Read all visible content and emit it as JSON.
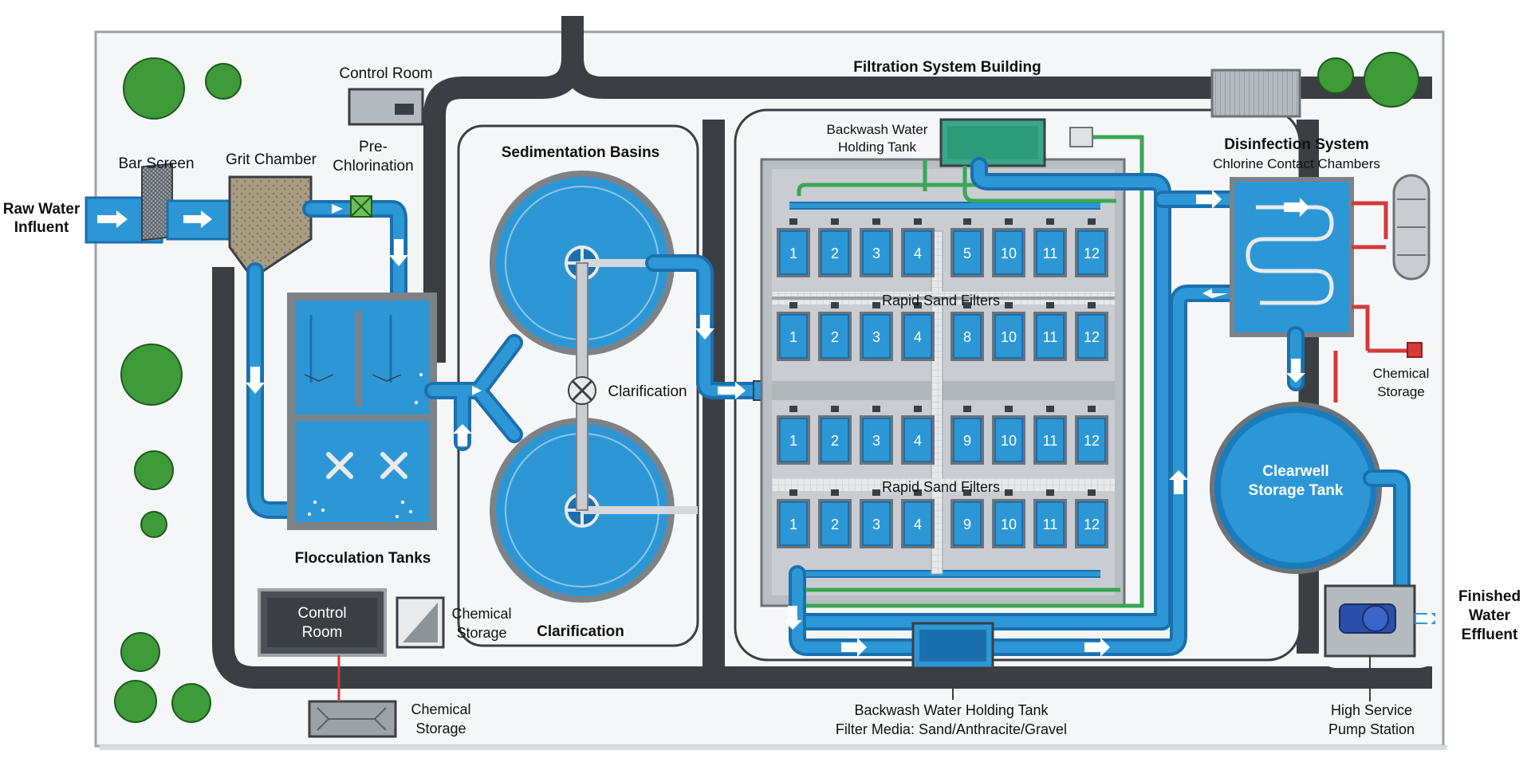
{
  "labels": {
    "raw_water": [
      "Raw Water",
      "Influent"
    ],
    "bar_screen": "Bar Screen",
    "grit_chamber": "Grit Chamber",
    "control_room_top": "Control Room",
    "pre_chlorination": [
      "Pre-",
      "Chlorination"
    ],
    "sedimentation": "Sedimentation Basins",
    "flocculation": "Flocculation Tanks",
    "clarification_mid": "Clarification",
    "clarification_bottom": "Clarification",
    "filtration_building": "Filtration System Building",
    "backwash_top": [
      "Backwash Water",
      "Holding Tank"
    ],
    "rapid_sand_1": "Rapid Sand Filters",
    "rapid_sand_2": "Rapid Sand Filters",
    "disinfection_title": "Disinfection System",
    "disinfection_sub": "Chlorine Contact Chambers",
    "chemical_storage_right": [
      "Chemical",
      "Storage"
    ],
    "clearwell": [
      "Clearwell",
      "Storage Tank"
    ],
    "finished_water": [
      "Finished",
      "Water",
      "Effluent"
    ],
    "control_room_bottom": [
      "Control",
      "Room"
    ],
    "chemical_storage_mid": [
      "Chemical",
      "Storage"
    ],
    "chemical_storage_bottom": [
      "Chemical",
      "Storage"
    ],
    "backwash_bottom": [
      "Backwash Water Holding Tank",
      "Filter Media: Sand/Anthracite/Gravel"
    ],
    "pump_station": [
      "High Service",
      "Pump Station"
    ]
  },
  "filter_rows": [
    [
      "1",
      "2",
      "3",
      "4",
      "5",
      "10",
      "11",
      "12"
    ],
    [
      "1",
      "2",
      "3",
      "4",
      "8",
      "10",
      "11",
      "12"
    ],
    [
      "1",
      "2",
      "3",
      "4",
      "9",
      "10",
      "11",
      "12"
    ],
    [
      "1",
      "2",
      "3",
      "4",
      "9",
      "10",
      "11",
      "12"
    ]
  ],
  "colors": {
    "water": "#2d97d6",
    "pipe_outline": "#1b6fae",
    "road": "#3b3f44",
    "backwash_line": "#3aa655",
    "chemical_line": "#d33a3a",
    "tree": "#3f9a3a",
    "building": "#8d9296"
  }
}
